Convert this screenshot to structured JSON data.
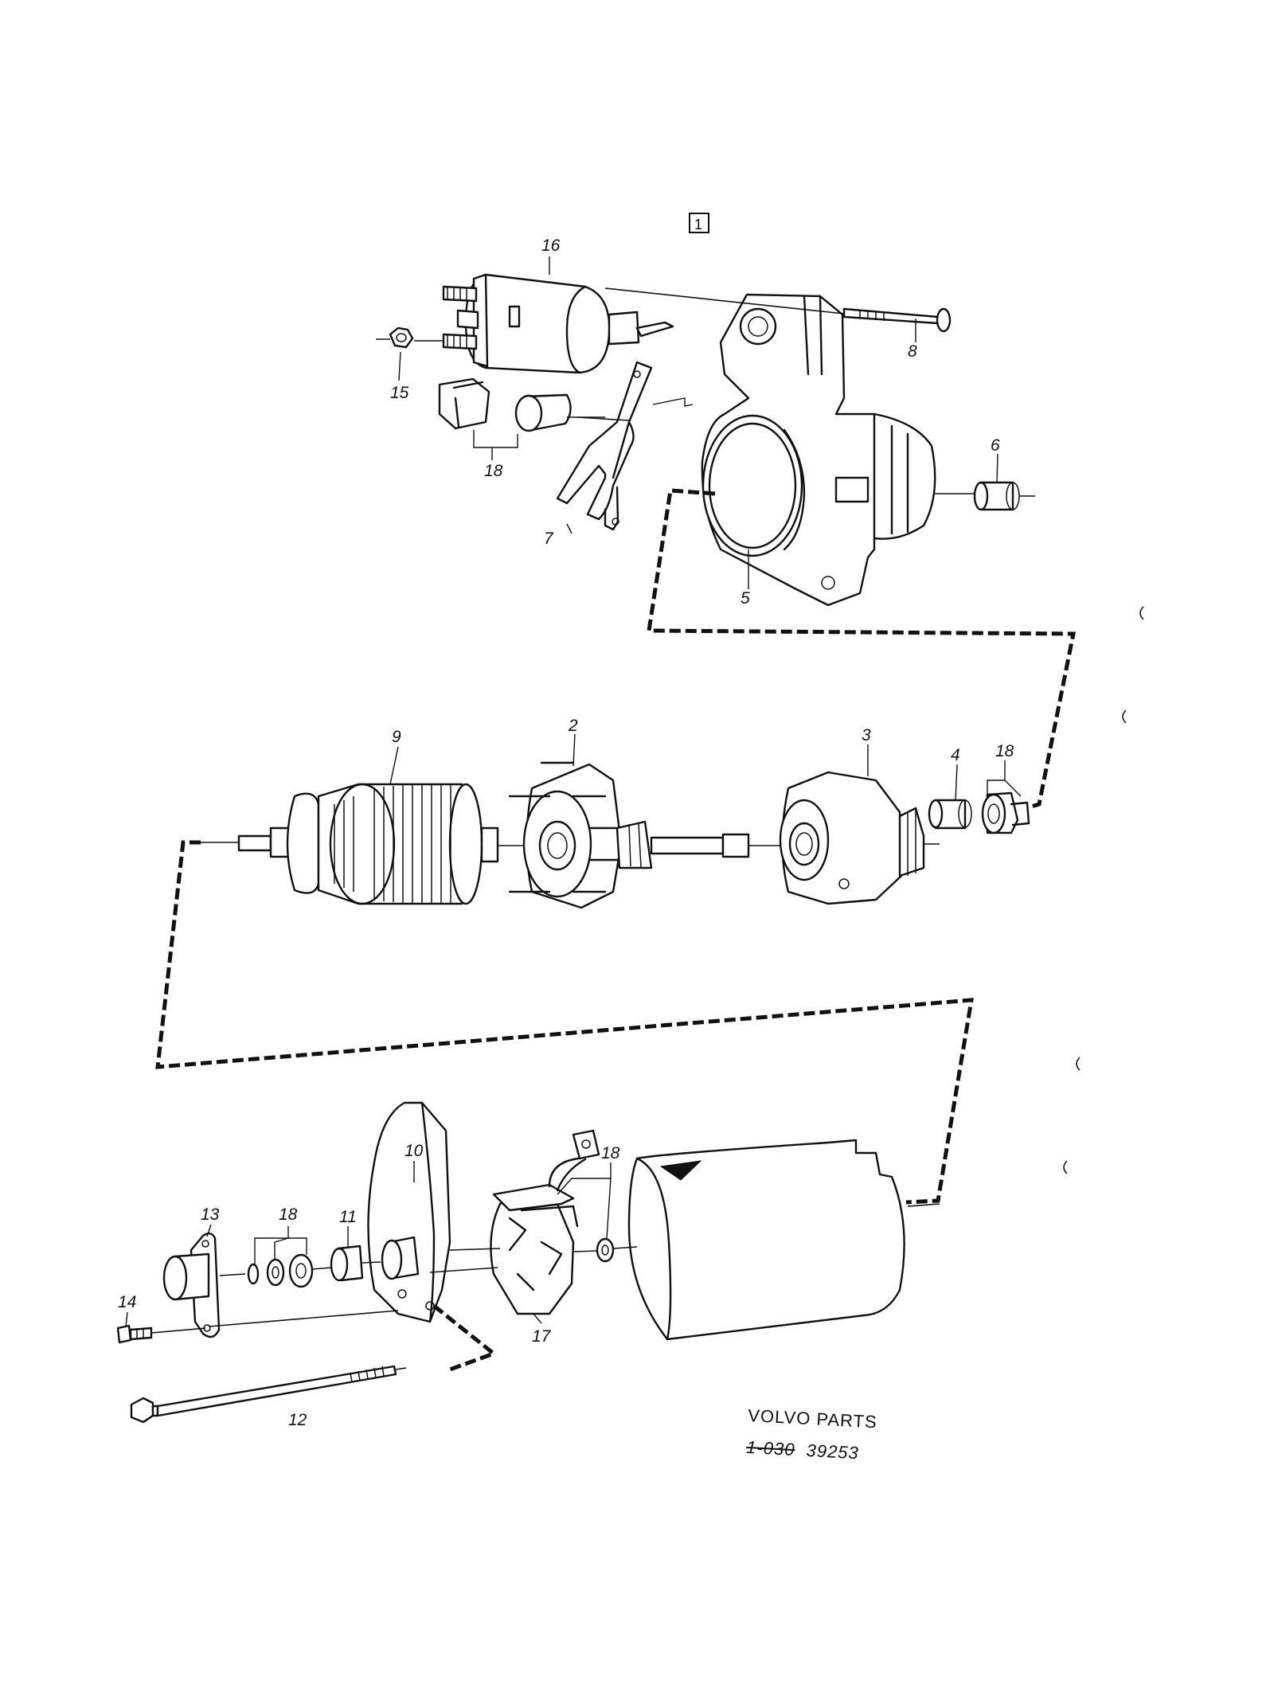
{
  "figure": {
    "box_number": "1"
  },
  "callouts": {
    "c16": "16",
    "c15": "15",
    "c18a": "18",
    "c7": "7",
    "c8": "8",
    "c6": "6",
    "c5": "5",
    "c9": "9",
    "c2": "2",
    "c3": "3",
    "c4": "4",
    "c18b": "18",
    "c10": "10",
    "c13": "13",
    "c18c": "18",
    "c11": "11",
    "c18d": "18",
    "c14": "14",
    "c17": "17",
    "c12": "12"
  },
  "footer": {
    "brand": "VOLVO PARTS",
    "code_prefix": "1-030",
    "code_number": "39253"
  }
}
